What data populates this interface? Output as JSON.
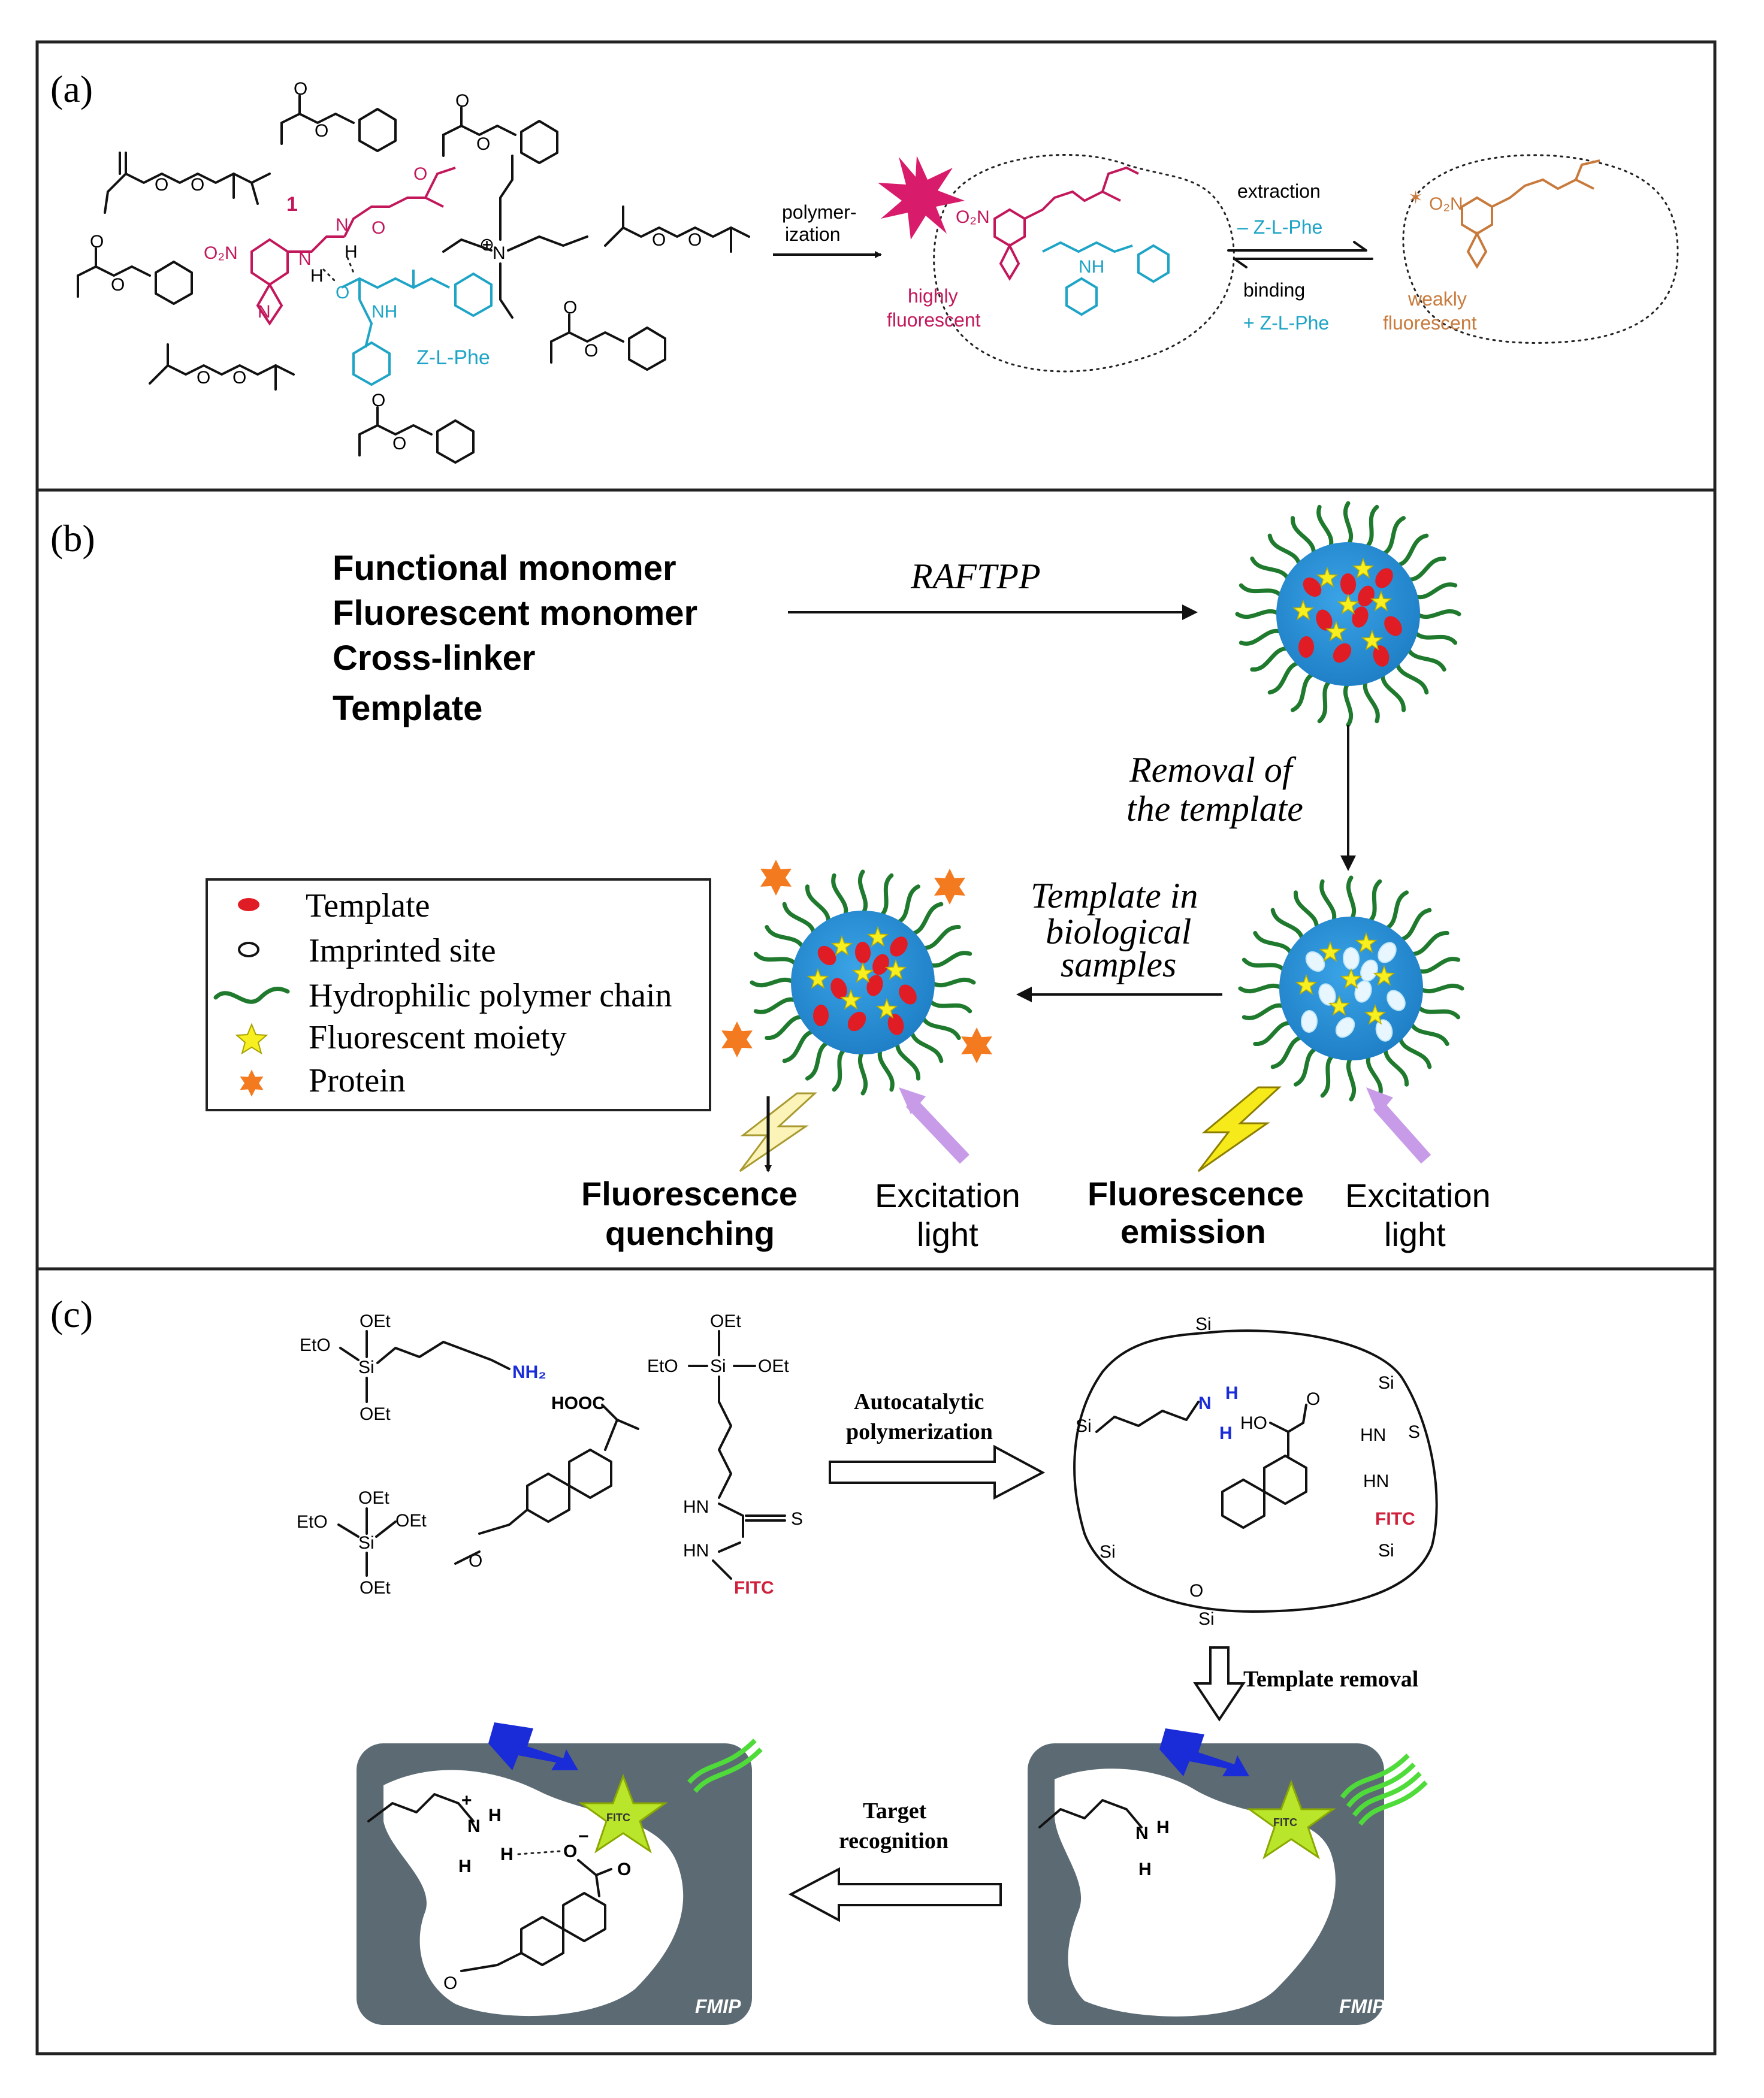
{
  "panels": {
    "a": {
      "label": "(a)",
      "compound_number": "1",
      "nitro": "O₂N",
      "template_name": "Z-L-Phe",
      "arrow_label_1": "polymer-",
      "arrow_label_2": "ization",
      "state_high_1": "highly",
      "state_high_2": "fluorescent",
      "extraction": "extraction",
      "extraction_sub": "– Z-L-Phe",
      "binding": "binding",
      "binding_sub": "+ Z-L-Phe",
      "state_weak_1": "weakly",
      "state_weak_2": "fluorescent"
    },
    "b": {
      "label": "(b)",
      "ingredients": [
        "Functional monomer",
        "Fluorescent monomer",
        "Cross-linker",
        "Template"
      ],
      "method": "RAFTPP",
      "removal_1": "Removal of",
      "removal_2": "the template",
      "samples_1": "Template in",
      "samples_2": "biological",
      "samples_3": "samples",
      "legend": [
        "Template",
        "Imprinted site",
        "Hydrophilic polymer chain",
        "Fluorescent moiety",
        "Protein"
      ],
      "quench_1": "Fluorescence",
      "quench_2": "quenching",
      "excite_1": "Excitation",
      "excite_2": "light",
      "emit_1": "Fluorescence",
      "emit_2": "emission"
    },
    "c": {
      "label": "(c)",
      "oet": "OEt",
      "eto": "EtO",
      "si": "Si",
      "nh2": "NH₂",
      "hooc": "HOOC",
      "hn": "HN",
      "s": "S",
      "fitc": "FITC",
      "autocat_1": "Autocatalytic",
      "autocat_2": "polymerization",
      "template_removal": "Template removal",
      "target_1": "Target",
      "target_2": "recognition",
      "fmip": "FMIP",
      "fitc_small": "FITC"
    }
  },
  "colors": {
    "magenta": "#c2185b",
    "cyan": "#1ea4c6",
    "orange_brown": "#c87a3c",
    "sphere_blue": "#2a8fd4",
    "chain_green": "#1f7a2e",
    "star_yellow": "#f7ef20",
    "template_red": "#e01c24",
    "protein_orange": "#f47a20",
    "violet_arrow": "#c79be8",
    "fmip_gray": "#5c6b73",
    "fitc_green": "#b9e62a",
    "blue_bolt": "#1a2bd8",
    "green_wave": "#4fdc3a"
  }
}
